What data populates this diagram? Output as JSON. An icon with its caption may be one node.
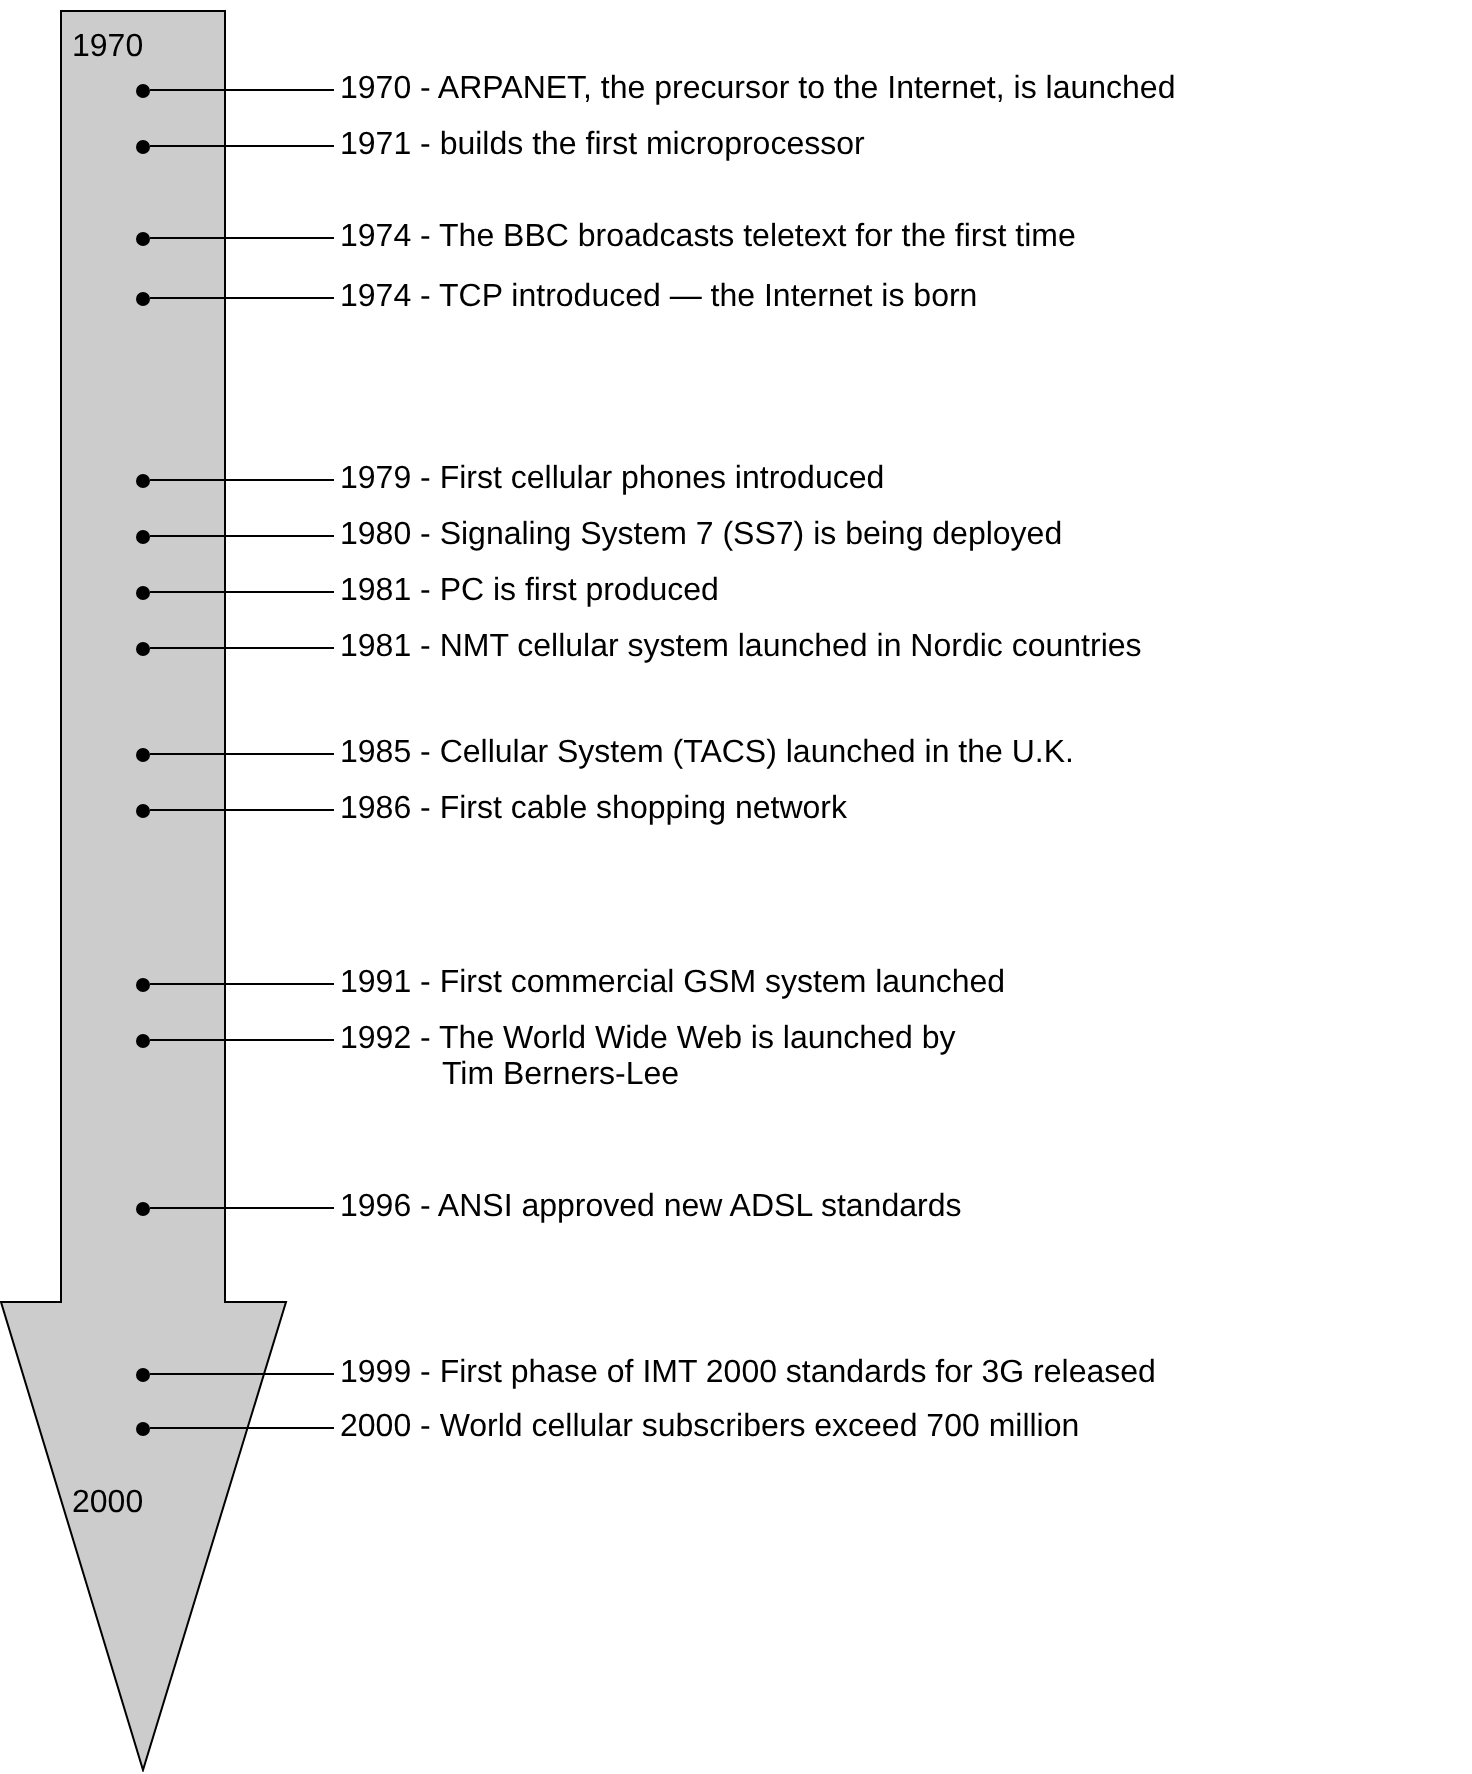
{
  "diagram": {
    "nodes": [
      {
        "text": [
          "1970",
          "2000"
        ]
      },
      {
        "text": [],
        "shape": "circle",
        "in": 0
      },
      {
        "text": [],
        "shape": "circle",
        "in": 0
      },
      {
        "text": [],
        "shape": "circle",
        "in": 0
      },
      {
        "text": [],
        "shape": "circle",
        "in": 0
      },
      {
        "text": [],
        "shape": "circle",
        "in": 0
      },
      {
        "text": [],
        "shape": "circle",
        "in": 0
      },
      {
        "text": [],
        "shape": "circle",
        "in": 0
      },
      {
        "text": [],
        "shape": "circle",
        "in": 0
      },
      {
        "text": [],
        "shape": "circle",
        "in": 0
      },
      {
        "text": [],
        "shape": "circle",
        "in": 0
      },
      {
        "text": [],
        "shape": "circle",
        "in": 0
      },
      {
        "text": [],
        "shape": "circle",
        "in": 0
      },
      {
        "text": [],
        "shape": "circle",
        "in": 0
      },
      {
        "text": [],
        "shape": "circle",
        "in": 0
      },
      {
        "text": [],
        "shape": "circle",
        "in": 0
      },
      {
        "text": [
          "1970 - ARPANET, the precursor to the Internet, is launched"
        ]
      },
      {
        "text": [
          "1971 - builds the first microprocessor"
        ]
      },
      {
        "text": [
          "1974 - The BBC broadcasts teletext for the first time"
        ]
      },
      {
        "text": [
          "1974 - TCP introduced — the Internet is born"
        ]
      },
      {
        "text": [
          "1979 - First cellular phones introduced"
        ]
      },
      {
        "text": [
          "1980 - Signaling System 7 (SS7) is being deployed"
        ]
      },
      {
        "text": [
          "1981 - PC is first produced"
        ]
      },
      {
        "text": [
          "1981 - NMT cellular system launched in Nordic countries"
        ]
      },
      {
        "text": [
          "1985 - Cellular System (TACS) launched in the U.K."
        ]
      },
      {
        "text": [
          "1986 - First cable shopping network"
        ]
      },
      {
        "text": [
          "1991 - First commercial GSM system launched"
        ]
      },
      {
        "text": [
          "1992 - The World Wide Web is launched by Tim Berners-Lee"
        ]
      },
      {
        "text": [
          "1996 - ANSI approved new ADSL standards"
        ]
      },
      {
        "text": [
          "1999 - First phase of IMT 2000 standards for 3G released"
        ]
      },
      {
        "text": [
          "2000 - World cellular subscribers exceed 700 million"
        ]
      }
    ],
    "edges": [
      {
        "from": 16,
        "to": 1,
        "arrow": "none"
      },
      {
        "from": 17,
        "to": 2,
        "arrow": "none"
      },
      {
        "from": 18,
        "to": 3,
        "arrow": "none"
      },
      {
        "from": 19,
        "to": 4,
        "arrow": "none"
      },
      {
        "from": 20,
        "to": 5,
        "arrow": "none"
      },
      {
        "from": 21,
        "to": 6,
        "arrow": "none"
      },
      {
        "from": 22,
        "to": 7,
        "arrow": "none"
      },
      {
        "from": 23,
        "to": 8,
        "arrow": "none"
      },
      {
        "from": 24,
        "to": 9,
        "arrow": "none"
      },
      {
        "from": 25,
        "to": 10,
        "arrow": "none"
      },
      {
        "from": 26,
        "to": 11,
        "arrow": "none"
      },
      {
        "from": 27,
        "to": 12,
        "arrow": "none"
      },
      {
        "from": 28,
        "to": 13,
        "arrow": "none"
      },
      {
        "from": 29,
        "to": 14,
        "arrow": "none"
      },
      {
        "from": 30,
        "to": 15,
        "arrow": "none"
      }
    ]
  }
}
